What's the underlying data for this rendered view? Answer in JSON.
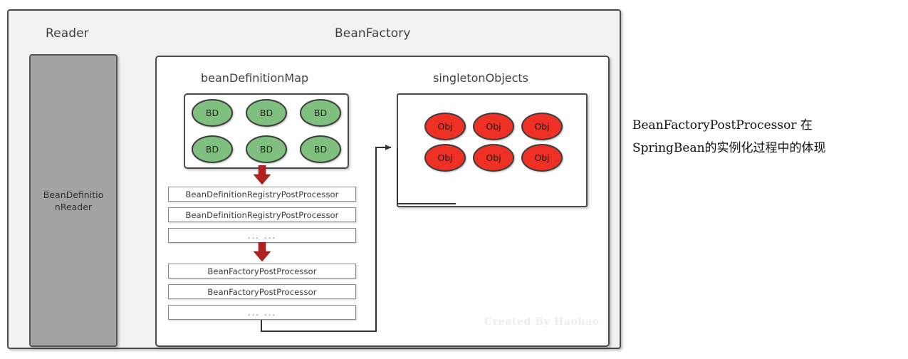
{
  "diagram": {
    "outer": {
      "reader_title": "Reader",
      "beanfactory_title": "BeanFactory"
    },
    "reader": {
      "box_label": "BeanDefinitionReader"
    },
    "beanfactory": {
      "bean_definition_map": {
        "title": "beanDefinitionMap",
        "items": [
          {
            "label": "BD"
          },
          {
            "label": "BD"
          },
          {
            "label": "BD"
          },
          {
            "label": "BD"
          },
          {
            "label": "BD"
          },
          {
            "label": "BD"
          }
        ]
      },
      "singleton_objects": {
        "title": "singletonObjects",
        "items": [
          {
            "label": "Obj"
          },
          {
            "label": "Obj"
          },
          {
            "label": "Obj"
          },
          {
            "label": "Obj"
          },
          {
            "label": "Obj"
          },
          {
            "label": "Obj"
          }
        ]
      },
      "registry_post_processors": [
        {
          "label": "BeanDefinitionRegistryPostProcessor"
        },
        {
          "label": "BeanDefinitionRegistryPostProcessor"
        },
        {
          "label": "... ..."
        }
      ],
      "factory_post_processors": [
        {
          "label": "BeanFactoryPostProcessor"
        },
        {
          "label": "BeanFactoryPostProcessor"
        },
        {
          "label": "... ..."
        }
      ]
    },
    "watermark": "Created By Haohao",
    "annotation": {
      "line1": "BeanFactoryPostProcessor 在",
      "line2": "SpringBean的实例化过程中的体现"
    },
    "colors": {
      "bd_fill": "#7fc07f",
      "obj_fill": "#ee3124",
      "arrow_red": "#b21f1f",
      "frame_border": "#4a4a4a",
      "reader_fill": "#a3a3a3",
      "panel_bg": "#f2f2f2"
    }
  }
}
